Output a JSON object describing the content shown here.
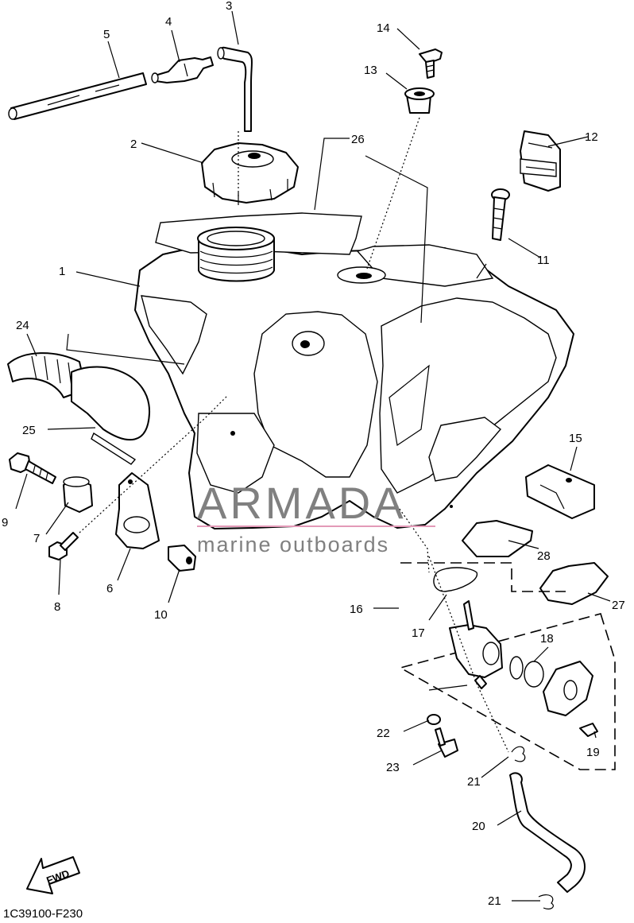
{
  "diagram_code": "1C39100-F230",
  "fwd_label": "FWD",
  "watermark": {
    "brand": "ARMADA",
    "tagline": "marine outboards",
    "brand_color": "#808080",
    "accent_color": "#e39ab8"
  },
  "callouts": {
    "c1": "1",
    "c2": "2",
    "c3": "3",
    "c4": "4",
    "c5": "5",
    "c6": "6",
    "c7": "7",
    "c8": "8",
    "c9": "9",
    "c10": "10",
    "c11": "11",
    "c12": "12",
    "c13": "13",
    "c14": "14",
    "c15": "15",
    "c16": "16",
    "c17": "17",
    "c18": "18",
    "c19": "19",
    "c20": "20",
    "c21a": "21",
    "c21b": "21",
    "c22": "22",
    "c23": "23",
    "c24": "24",
    "c25": "25",
    "c26": "26",
    "c27": "27",
    "c28": "28"
  }
}
